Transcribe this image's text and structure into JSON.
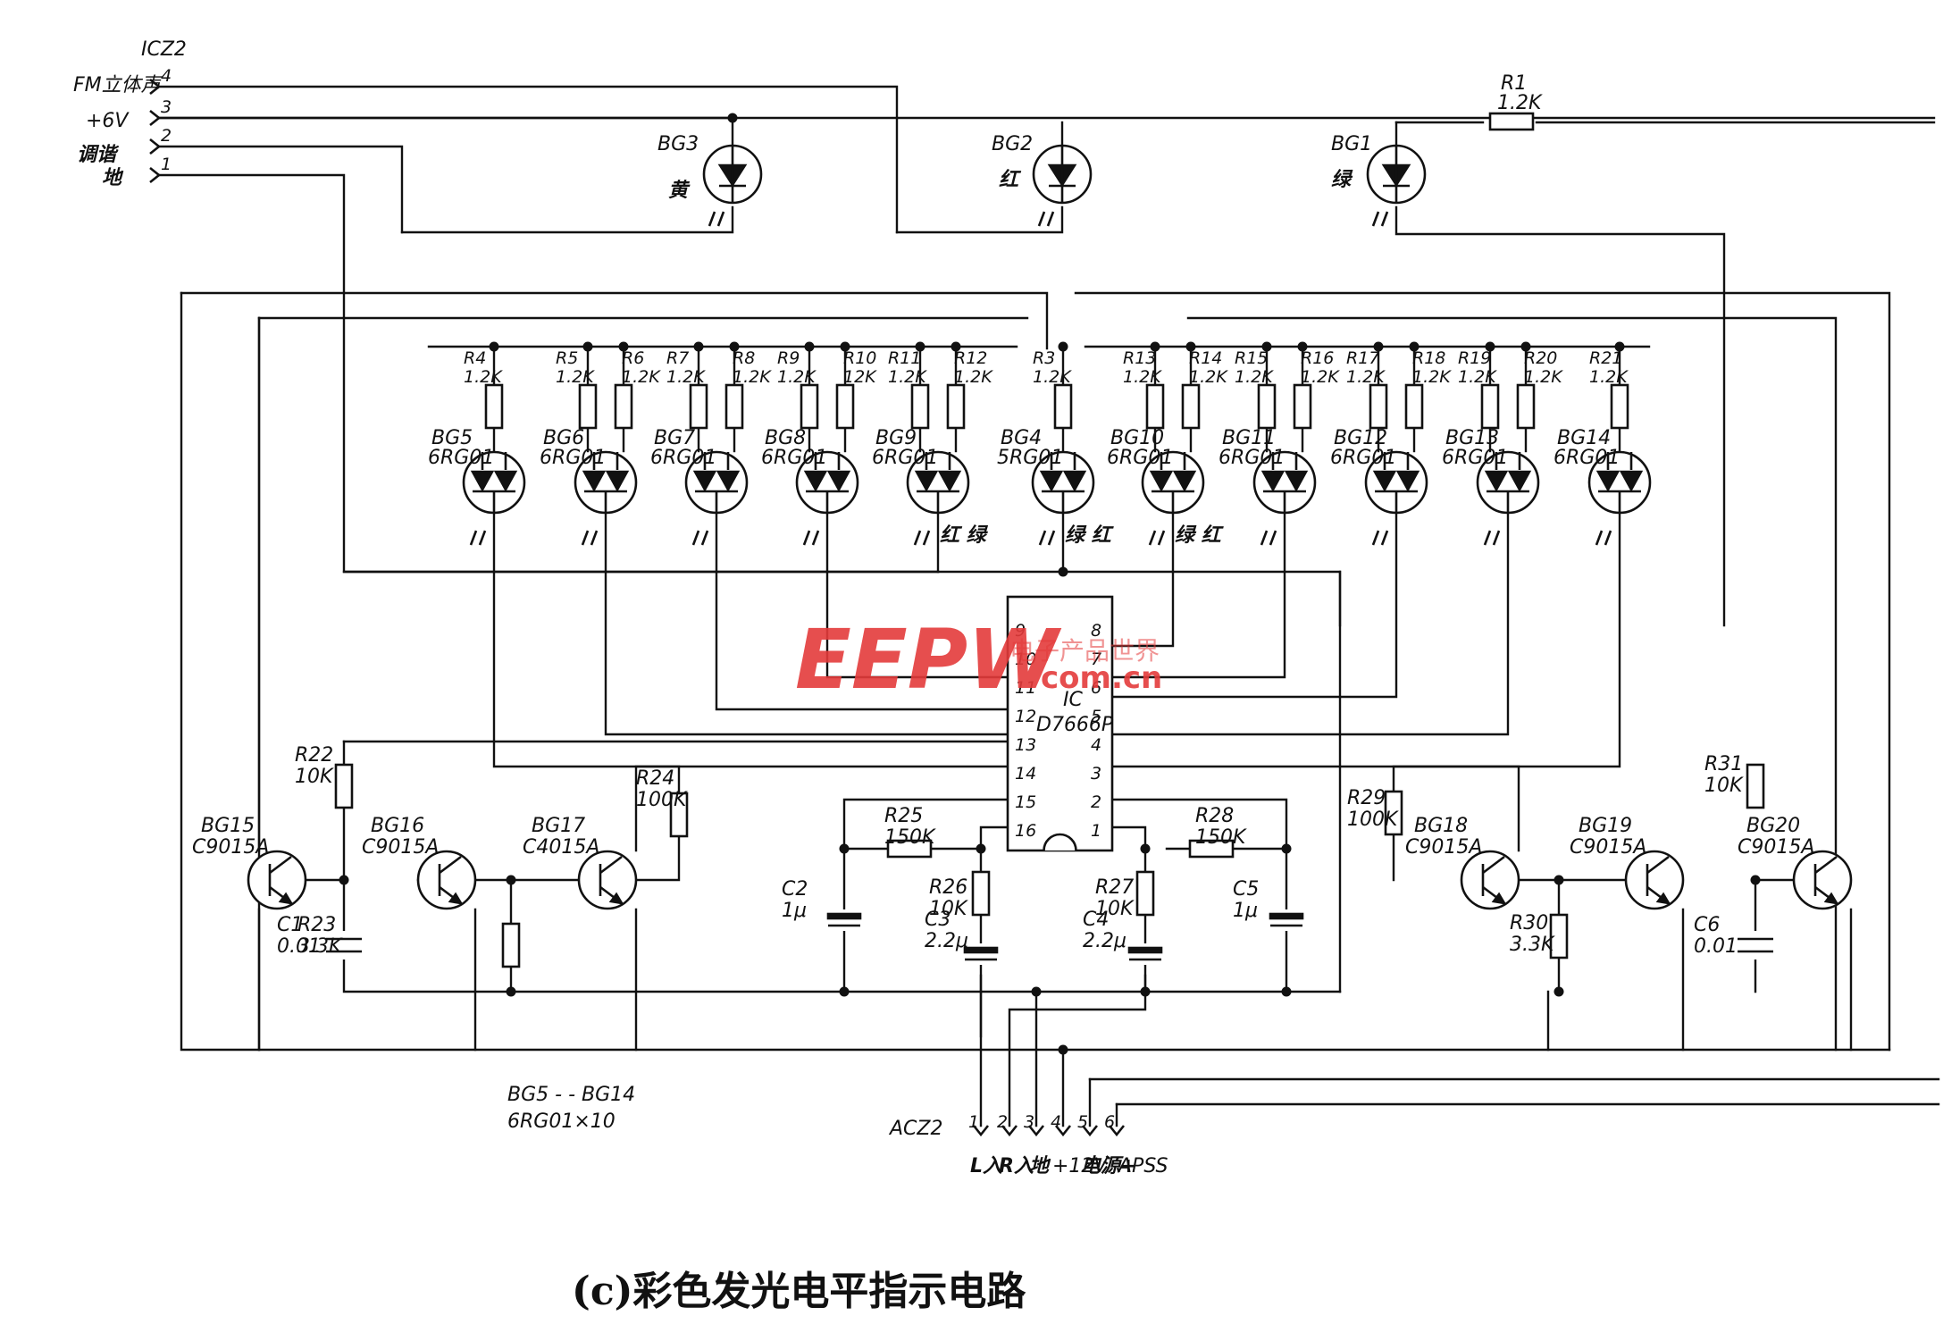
{
  "connector_top": {
    "name": "ICZ2",
    "pins": [
      {
        "num": "4",
        "label": "FM立体声"
      },
      {
        "num": "3",
        "label": "+6V"
      },
      {
        "num": "2",
        "label": "调谐"
      },
      {
        "num": "1",
        "label": "地"
      }
    ]
  },
  "top_leds": [
    {
      "ref": "BG3",
      "color": "黄"
    },
    {
      "ref": "BG2",
      "color": "红"
    },
    {
      "ref": "BG1",
      "color": "绿"
    }
  ],
  "r1": {
    "ref": "R1",
    "value": "1.2K"
  },
  "led_row": [
    {
      "ref": "BG5",
      "part": "6RG01",
      "resistors": [
        {
          "ref": "R4",
          "value": "1.2K"
        }
      ],
      "glow": ""
    },
    {
      "ref": "BG6",
      "part": "6RG01",
      "resistors": [
        {
          "ref": "R5",
          "value": "1.2K"
        },
        {
          "ref": "R6",
          "value": "1.2K"
        }
      ],
      "glow": ""
    },
    {
      "ref": "BG7",
      "part": "6RG01",
      "resistors": [
        {
          "ref": "R7",
          "value": "1.2K"
        },
        {
          "ref": "R8",
          "value": "1.2K"
        }
      ],
      "glow": ""
    },
    {
      "ref": "BG8",
      "part": "6RG01",
      "resistors": [
        {
          "ref": "R9",
          "value": "1.2K"
        },
        {
          "ref": "R10",
          "value": "12K"
        }
      ],
      "glow": ""
    },
    {
      "ref": "BG9",
      "part": "6RG01",
      "resistors": [
        {
          "ref": "R11",
          "value": "1.2K"
        },
        {
          "ref": "R12",
          "value": "1.2K"
        }
      ],
      "glow": "红 绿"
    },
    {
      "ref": "BG4",
      "part": "5RG01",
      "resistors": [
        {
          "ref": "R3",
          "value": "1.2K"
        }
      ],
      "glow": "绿 红"
    },
    {
      "ref": "BG10",
      "part": "6RG01",
      "resistors": [
        {
          "ref": "R13",
          "value": "1.2K"
        },
        {
          "ref": "R14",
          "value": "1.2K"
        }
      ],
      "glow": "绿 红"
    },
    {
      "ref": "BG11",
      "part": "6RG01",
      "resistors": [
        {
          "ref": "R15",
          "value": "1.2K"
        },
        {
          "ref": "R16",
          "value": "1.2K"
        }
      ],
      "glow": ""
    },
    {
      "ref": "BG12",
      "part": "6RG01",
      "resistors": [
        {
          "ref": "R17",
          "value": "1.2K"
        },
        {
          "ref": "R18",
          "value": "1.2K"
        }
      ],
      "glow": ""
    },
    {
      "ref": "BG13",
      "part": "6RG01",
      "resistors": [
        {
          "ref": "R19",
          "value": "1.2K"
        },
        {
          "ref": "R20",
          "value": "1.2K"
        }
      ],
      "glow": ""
    },
    {
      "ref": "BG14",
      "part": "6RG01",
      "resistors": [
        {
          "ref": "R21",
          "value": "1.2K"
        }
      ],
      "glow": ""
    }
  ],
  "ic": {
    "ref": "IC",
    "part": "D7666P",
    "left_pins": [
      "9",
      "10",
      "11",
      "12",
      "13",
      "14",
      "15",
      "16"
    ],
    "right_pins": [
      "8",
      "7",
      "6",
      "5",
      "4",
      "3",
      "2",
      "1"
    ]
  },
  "transistors": [
    {
      "ref": "BG15",
      "part": "C9015A"
    },
    {
      "ref": "BG16",
      "part": "C9015A"
    },
    {
      "ref": "BG17",
      "part": "C4015A"
    },
    {
      "ref": "BG18",
      "part": "C9015A"
    },
    {
      "ref": "BG19",
      "part": "C9015A"
    },
    {
      "ref": "BG20",
      "part": "C9015A"
    }
  ],
  "passives": [
    {
      "ref": "R22",
      "value": "10K"
    },
    {
      "ref": "R23",
      "value": "3.3K"
    },
    {
      "ref": "R24",
      "value": "100K"
    },
    {
      "ref": "R25",
      "value": "150K"
    },
    {
      "ref": "R26",
      "value": "10K"
    },
    {
      "ref": "R27",
      "value": "10K"
    },
    {
      "ref": "R28",
      "value": "150K"
    },
    {
      "ref": "R29",
      "value": "100K"
    },
    {
      "ref": "R30",
      "value": "3.3K"
    },
    {
      "ref": "R31",
      "value": "10K"
    },
    {
      "ref": "C1",
      "value": "0.01"
    },
    {
      "ref": "C2",
      "value": "1μ"
    },
    {
      "ref": "C3",
      "value": "2.2μ"
    },
    {
      "ref": "C4",
      "value": "2.2μ"
    },
    {
      "ref": "C5",
      "value": "1μ"
    },
    {
      "ref": "C6",
      "value": "0.01"
    }
  ],
  "note": {
    "line1": "BG5 - - BG14",
    "line2": "6RG01×10"
  },
  "connector_bottom": {
    "name": "ACZ2",
    "pins": [
      {
        "num": "1",
        "label": "L入"
      },
      {
        "num": "2",
        "label": "R入"
      },
      {
        "num": "3",
        "label": "地"
      },
      {
        "num": "4",
        "label": "+12V"
      },
      {
        "num": "5",
        "label": "电源+"
      },
      {
        "num": "6",
        "label": "APSS"
      }
    ]
  },
  "caption": "(c)彩色发光电平指示电路",
  "watermark": {
    "brand": "EEPW",
    "site": "com.cn",
    "cn": "电子产品世界"
  }
}
